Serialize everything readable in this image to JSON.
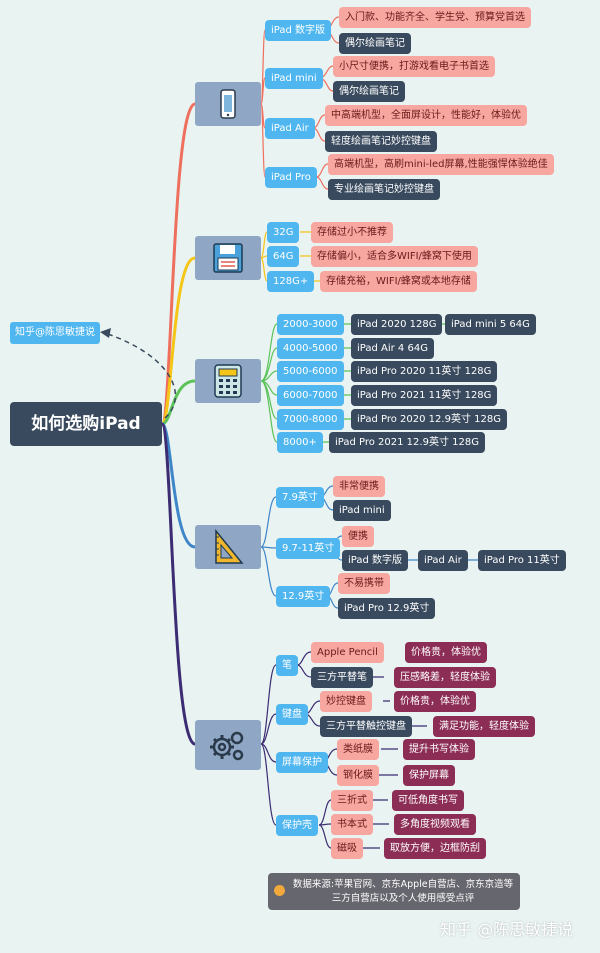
{
  "root": "如何选购iPad",
  "credit": "知乎@陈思敏捷说",
  "icons": [
    "tablet-icon",
    "floppy-disk-icon",
    "calculator-icon",
    "ruler-triangle-icon",
    "gears-icon"
  ],
  "colors": {
    "blue": "#4fb6ef",
    "pink": "#f7a6a0",
    "dark": "#394a5e",
    "plum": "#8c2d55",
    "icon_bg": "#8fa7c4"
  },
  "models": {
    "ipad": {
      "label": "iPad 数字版",
      "desc": "入门款、功能齐全、学生党、预算党首选",
      "app": "偶尔绘画笔记"
    },
    "mini": {
      "label": "iPad mini",
      "desc": "小尺寸便携，打游戏看电子书首选",
      "app": "偶尔绘画笔记"
    },
    "air": {
      "label": "iPad Air",
      "desc": "中高端机型，全面屏设计，性能好，体验优",
      "app": "轻度绘画笔记妙控键盘"
    },
    "pro": {
      "label": "iPad Pro",
      "desc": "高端机型，高刷mini-led屏幕,性能强悍体验绝佳",
      "app": "专业绘画笔记妙控键盘"
    }
  },
  "storage": [
    {
      "size": "32G",
      "note": "存储过小不推荐"
    },
    {
      "size": "64G",
      "note": "存储偏小，适合多WIFI/蜂窝下使用"
    },
    {
      "size": "128G+",
      "note": "存储充裕，WIFI/蜂窝或本地存储"
    }
  ],
  "budget": {
    "r1": {
      "range": "2000-3000",
      "a": "iPad 2020 128G",
      "b": "iPad mini 5 64G"
    },
    "r2": {
      "range": "4000-5000",
      "a": "iPad Air 4 64G"
    },
    "r3": {
      "range": "5000-6000",
      "a": "iPad Pro 2020 11英寸 128G"
    },
    "r4": {
      "range": "6000-7000",
      "a": "iPad Pro 2021 11英寸 128G"
    },
    "r5": {
      "range": "7000-8000",
      "a": "iPad Pro 2020 12.9英寸 128G"
    },
    "r6": {
      "range": "8000+",
      "a": "iPad Pro 2021 12.9英寸 128G"
    }
  },
  "size": {
    "s1": {
      "label": "7.9英寸",
      "a": "非常便携",
      "b": "iPad mini"
    },
    "s2": {
      "label": "9.7-11英寸",
      "a": "便携",
      "b": "iPad 数字版",
      "c": "iPad Air",
      "d": "iPad Pro 11英寸"
    },
    "s3": {
      "label": "12.9英寸",
      "a": "不易携带",
      "b": "iPad Pro 12.9英寸"
    }
  },
  "accessories": {
    "pen": {
      "label": "笔",
      "a": "Apple Pencil",
      "a_note": "价格贵，体验优",
      "b": "三方平替笔",
      "b_note": "压感略差，轻度体验"
    },
    "kb": {
      "label": "键盘",
      "a": "妙控键盘",
      "a_note": "价格贵，体验优",
      "b": "三方平替触控键盘",
      "b_note": "满足功能，轻度体验"
    },
    "film": {
      "label": "屏幕保护",
      "a": "类纸膜",
      "a_note": "提升书写体验",
      "b": "钢化膜",
      "b_note": "保护屏幕"
    },
    "case": {
      "label": "保护壳",
      "a": "三折式",
      "a_note": "可低角度书写",
      "b": "书本式",
      "b_note": "多角度视频观看",
      "c": "磁吸",
      "c_note": "取放方便，边框防刮"
    }
  },
  "source_line1": "数据来源:苹果官网、京东Apple自营店、京东京造等",
  "source_line2": "三方自营店以及个人使用感受点评",
  "watermark": "知乎 @陈思敏捷说"
}
